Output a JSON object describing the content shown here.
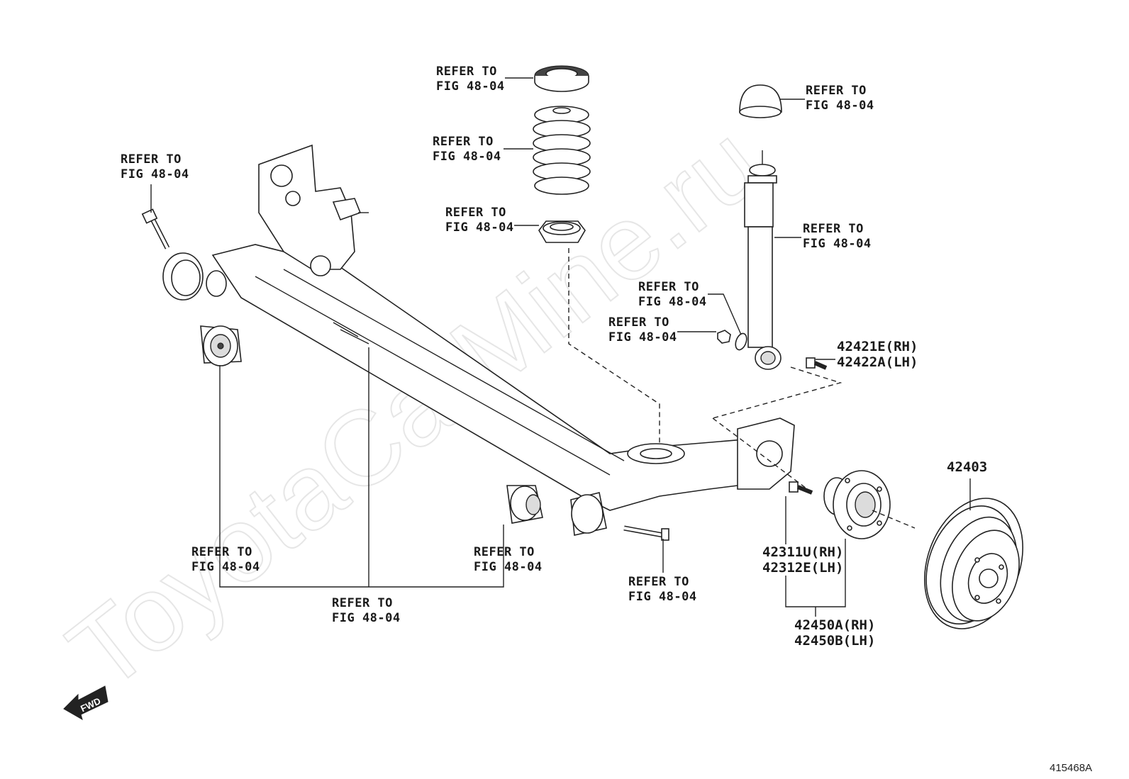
{
  "watermark": "ToyotaCarMine.ru",
  "figure_id": "415468A",
  "fwd_label": "FWD",
  "callouts": {
    "seat_top": [
      "REFER TO",
      "FIG 48-04"
    ],
    "coil_spring": [
      "REFER TO",
      "FIG 48-04"
    ],
    "seat_lower": [
      "REFER TO",
      "FIG 48-04"
    ],
    "bolt_left": [
      "REFER TO",
      "FIG 48-04"
    ],
    "bump_stop": [
      "REFER TO",
      "FIG 48-04"
    ],
    "shock_absorber": [
      "REFER TO",
      "FIG 48-04"
    ],
    "washer": [
      "REFER TO",
      "FIG 48-04"
    ],
    "nut": [
      "REFER TO",
      "FIG 48-04"
    ],
    "bushing_left": [
      "REFER TO",
      "FIG 48-04"
    ],
    "bushing_right": [
      "REFER TO",
      "FIG 48-04"
    ],
    "axle_beam": [
      "REFER TO",
      "FIG 48-04"
    ],
    "bolt_lower": [
      "REFER TO",
      "FIG 48-04"
    ]
  },
  "part_numbers": {
    "bolt_shock": [
      "42421E(RH)",
      "42422A(LH)"
    ],
    "hub_bolt": [
      "42311U(RH)",
      "42312E(LH)"
    ],
    "hub_assy": [
      "42450A(RH)",
      "42450B(LH)"
    ],
    "brake_drum": "42403"
  }
}
